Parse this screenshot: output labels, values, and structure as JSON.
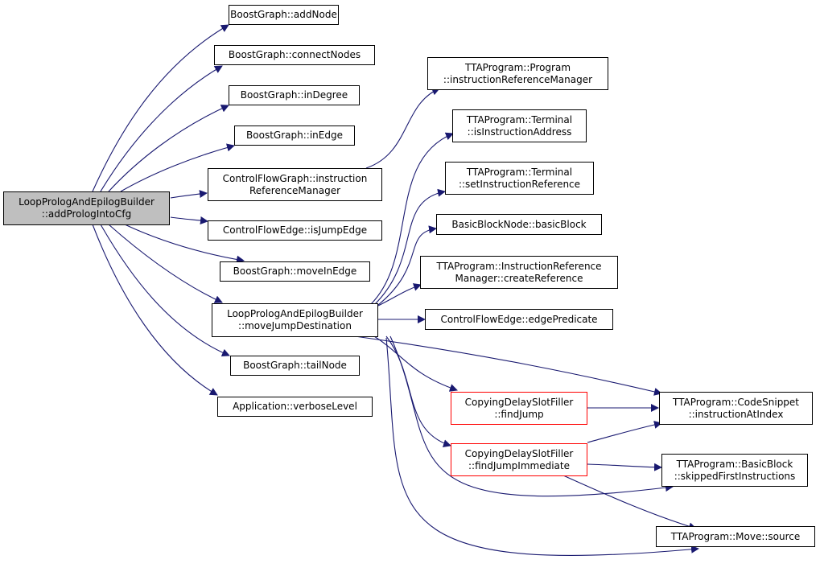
{
  "colors": {
    "edge": "#191970",
    "root_fill": "#bfbfbf",
    "highlight_border": "#ff0000",
    "border": "#000000"
  },
  "nodes": {
    "root": [
      "LoopPrologAndEpilogBuilder",
      "::addPrologIntoCfg"
    ],
    "addNode": [
      "BoostGraph::addNode"
    ],
    "connectNodes": [
      "BoostGraph::connectNodes"
    ],
    "inDegree": [
      "BoostGraph::inDegree"
    ],
    "inEdge": [
      "BoostGraph::inEdge"
    ],
    "cfgInstrRefMgr": [
      "ControlFlowGraph::instruction",
      "ReferenceManager"
    ],
    "isJumpEdge": [
      "ControlFlowEdge::isJumpEdge"
    ],
    "moveInEdge": [
      "BoostGraph::moveInEdge"
    ],
    "moveJumpDest": [
      "LoopPrologAndEpilogBuilder",
      "::moveJumpDestination"
    ],
    "tailNode": [
      "BoostGraph::tailNode"
    ],
    "verboseLevel": [
      "Application::verboseLevel"
    ],
    "programIRM": [
      "TTAProgram::Program",
      "::instructionReferenceManager"
    ],
    "isInstrAddr": [
      "TTAProgram::Terminal",
      "::isInstructionAddress"
    ],
    "setInstrRef": [
      "TTAProgram::Terminal",
      "::setInstructionReference"
    ],
    "basicBlock": [
      "BasicBlockNode::basicBlock"
    ],
    "createRef": [
      "TTAProgram::InstructionReference",
      "Manager::createReference"
    ],
    "edgePredicate": [
      "ControlFlowEdge::edgePredicate"
    ],
    "findJump": [
      "CopyingDelaySlotFiller",
      "::findJump"
    ],
    "findJumpImm": [
      "CopyingDelaySlotFiller",
      "::findJumpImmediate"
    ],
    "instrAtIndex": [
      "TTAProgram::CodeSnippet",
      "::instructionAtIndex"
    ],
    "skippedFirst": [
      "TTAProgram::BasicBlock",
      "::skippedFirstInstructions"
    ],
    "moveSource": [
      "TTAProgram::Move::source"
    ]
  }
}
